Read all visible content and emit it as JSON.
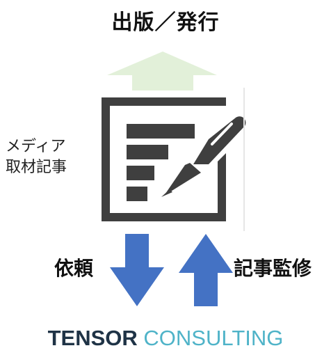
{
  "diagram": {
    "top_label": "出版／発行",
    "media_label_line1": "メディア",
    "media_label_line2": "取材記事",
    "request_label": "依頼",
    "supervise_label": "記事監修",
    "brand_part1": "TENSOR",
    "brand_part2": "CONSULTING"
  },
  "colors": {
    "publish_arrow": "#e2f0d9",
    "flow_arrows": "#4472c4",
    "document_icon": "#3f3f3f",
    "brand_part1": "#1f3346",
    "brand_part2": "#4fb3c8"
  },
  "icons": {
    "document": "document-with-pen-icon"
  }
}
